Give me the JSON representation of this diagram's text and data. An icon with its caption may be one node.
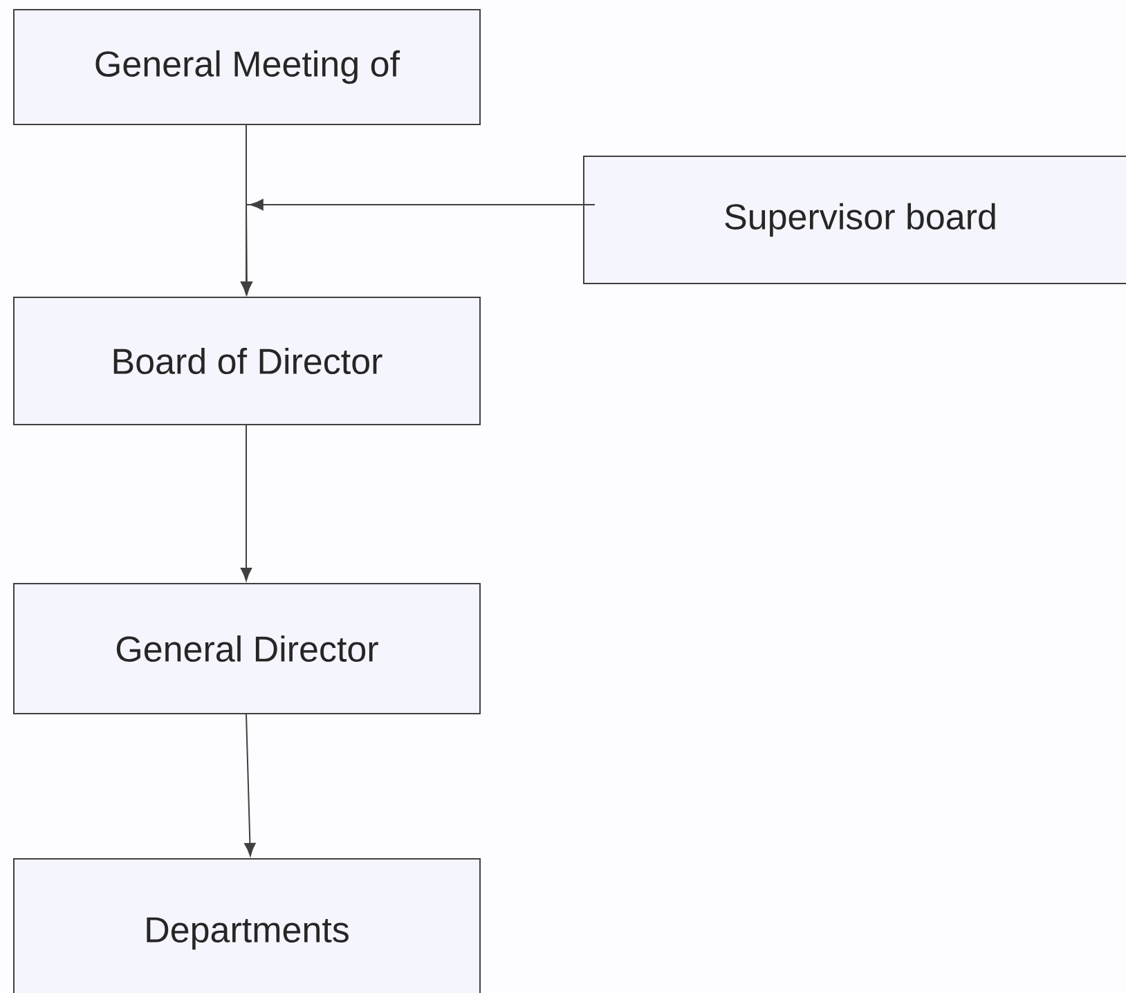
{
  "diagram": {
    "nodes": [
      {
        "text": [
          "General Meeting of"
        ]
      },
      {
        "text": [
          "Supervisor  board"
        ]
      },
      {
        "text": [
          "Board of Director"
        ]
      },
      {
        "text": [
          "General Director"
        ]
      },
      {
        "text": [
          "Departments"
        ]
      }
    ],
    "edges": [
      {
        "from": 0,
        "to": 2,
        "arrow": "to"
      },
      {
        "from": 1,
        "to": 2,
        "arrow": "to"
      },
      {
        "from": 2,
        "to": 3,
        "arrow": "to"
      },
      {
        "from": 3,
        "to": 4,
        "arrow": "to"
      }
    ]
  }
}
